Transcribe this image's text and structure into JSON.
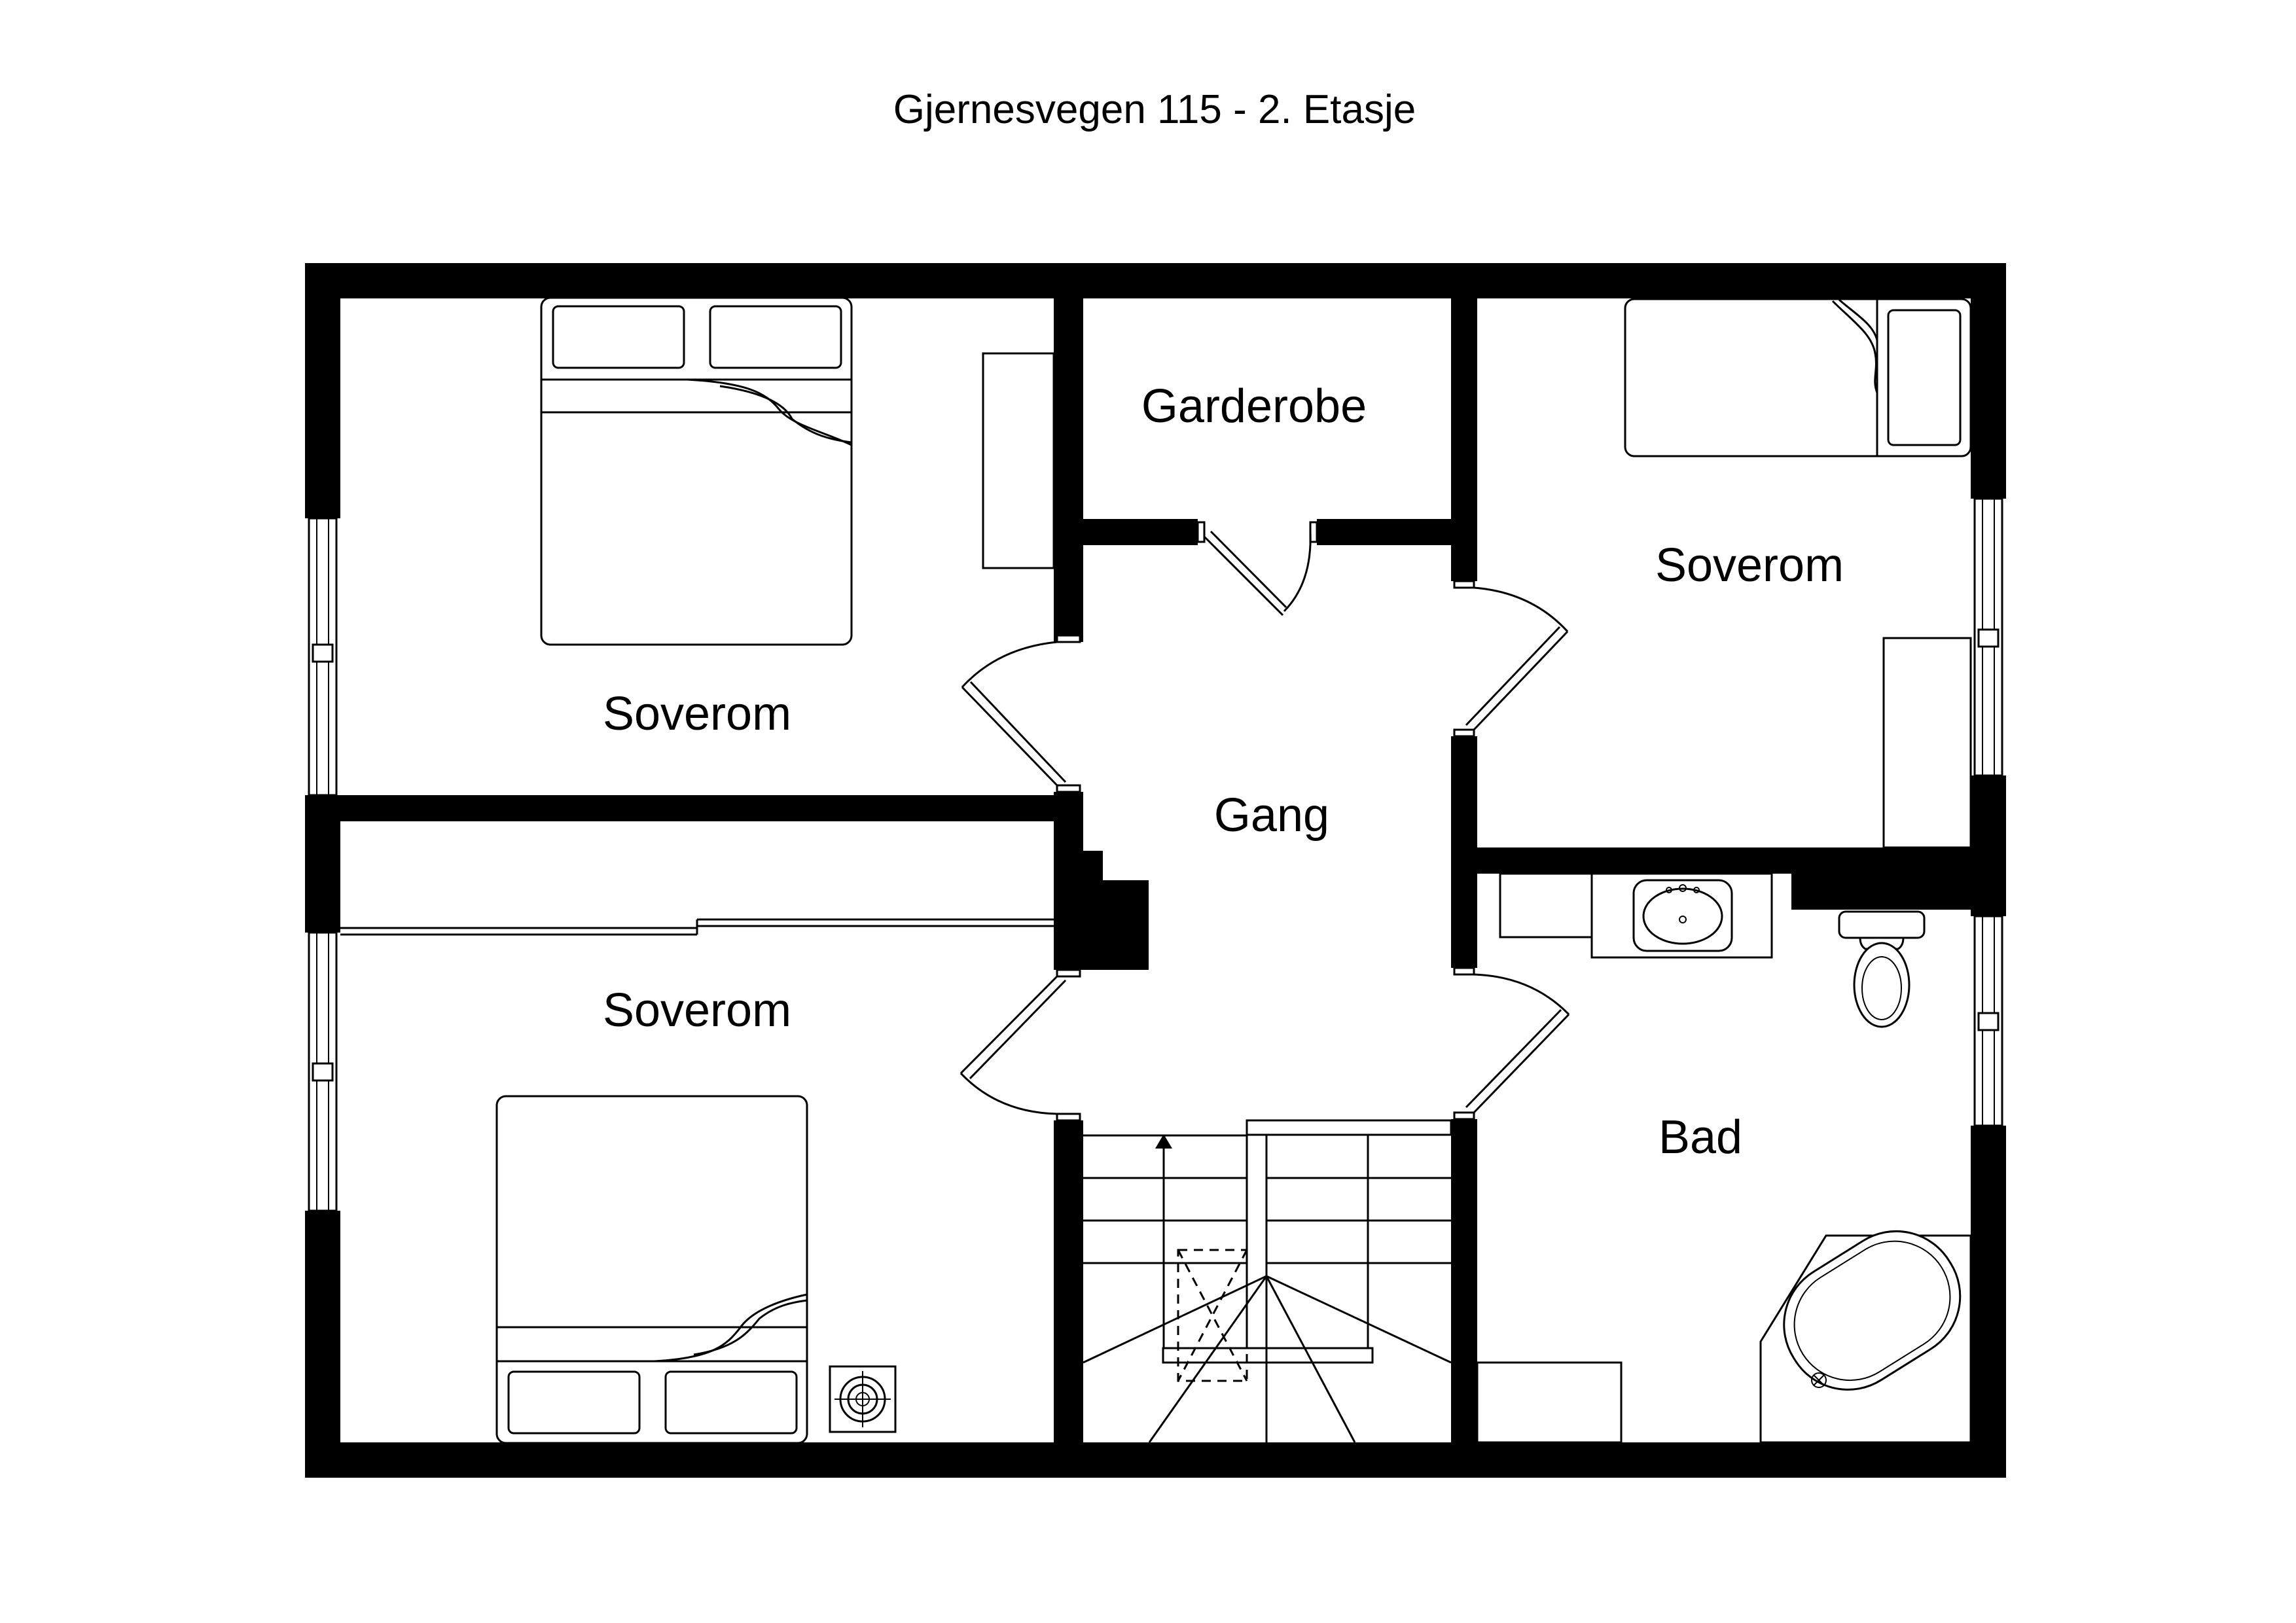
{
  "plan": {
    "title": "Gjernesvegen 115 - 2. Etasje",
    "rooms": {
      "bedroom_top_left": "Soverom",
      "bedroom_bottom_left": "Soverom",
      "bedroom_right": "Soverom",
      "wardrobe": "Garderobe",
      "hallway": "Gang",
      "bathroom": "Bad"
    }
  }
}
